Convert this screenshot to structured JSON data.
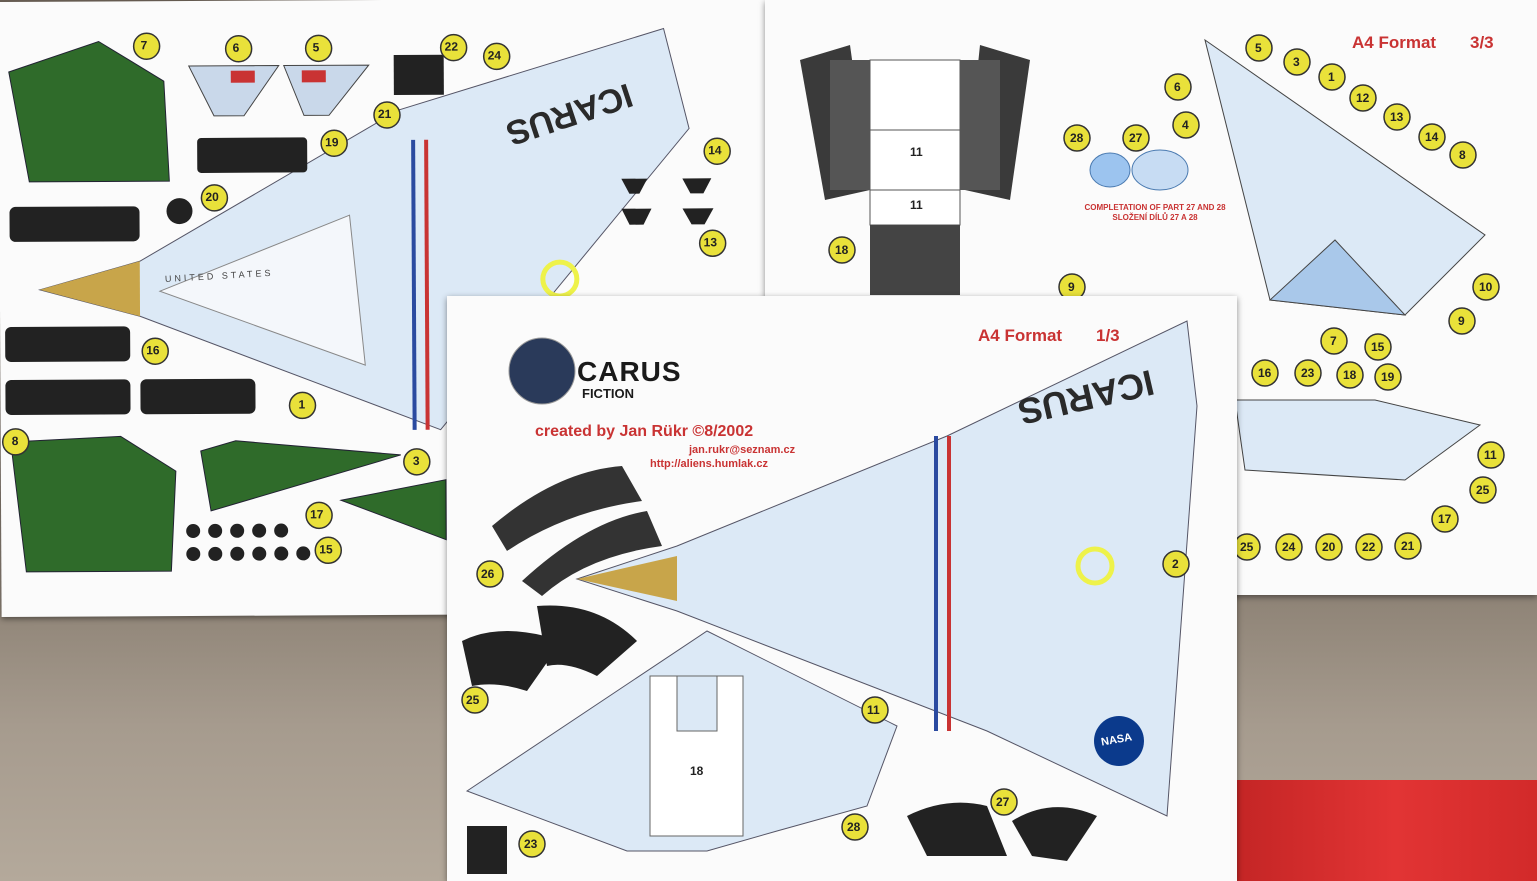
{
  "sheet_left": {
    "fuselage_logo": "ICARUS",
    "wing_text": "UNITED STATES",
    "part_numbers": [
      "7",
      "6",
      "5",
      "22",
      "24",
      "21",
      "19",
      "20",
      "14",
      "13",
      "16",
      "1",
      "8",
      "3",
      "17",
      "15"
    ]
  },
  "sheet_right": {
    "format_label": "A4 Format",
    "page_label": "3/3",
    "completion_note_line1": "COMPLETATION OF PART 27 AND 28",
    "completion_note_line2": "SLOŽENÍ DÍLŮ 27 A 28",
    "box_label_a": "11",
    "box_label_b": "11",
    "part_numbers": [
      "5",
      "3",
      "1",
      "6",
      "4",
      "12",
      "13",
      "14",
      "8",
      "10",
      "9",
      "7",
      "15",
      "16",
      "23",
      "18",
      "19",
      "11",
      "25",
      "17",
      "25",
      "24",
      "20",
      "22",
      "21",
      "28",
      "27",
      "18",
      "9"
    ]
  },
  "sheet_front": {
    "format_label": "A4 Format",
    "page_label": "1/3",
    "brand_name": "CARUS",
    "brand_sub": "FICTION",
    "credit": "created by Jan Rükr ©8/2002",
    "email": "jan.rukr@seznam.cz",
    "website": "http://aliens.humlak.cz",
    "fuselage_logo": "ICARUS",
    "nasa_label": "NASA",
    "part_18_label": "18",
    "part_numbers": [
      "26",
      "2",
      "25",
      "11",
      "27",
      "28",
      "23"
    ]
  },
  "colors": {
    "paper": "#fbfbfb",
    "fuselage": "#dce9f6",
    "green_part": "#2f6b2a",
    "callout": "#e9e13a",
    "accent_red": "#c93333",
    "stripe_blue": "#2a4aa0"
  }
}
